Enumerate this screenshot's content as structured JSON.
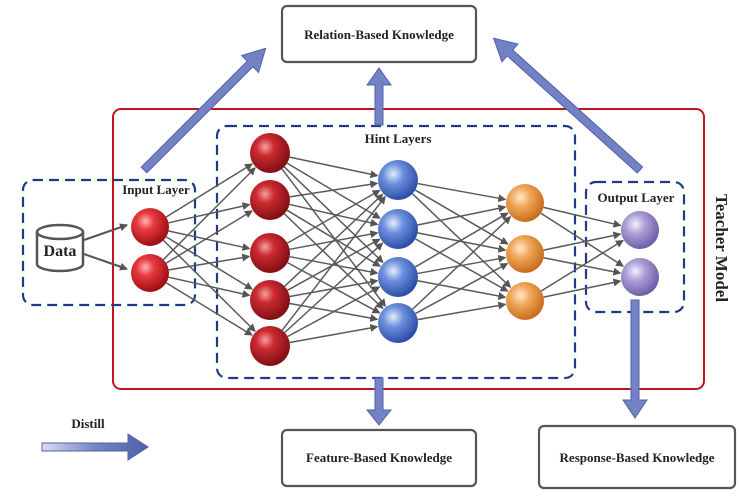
{
  "labels": {
    "relation": "Relation-Based Knowledge",
    "feature": "Feature-Based Knowledge",
    "response": "Response-Based Knowledge",
    "teacher": "Teacher Model",
    "hint": "Hint Layers",
    "input": "Input Layer",
    "output": "Output Layer",
    "data": "Data",
    "distill": "Distill"
  },
  "colors": {
    "teacher_border": "#c0151e",
    "dashed_border": "#1f3a8a",
    "arrow_fill": "#6f7fc0",
    "layer_input": "#d9252b",
    "layer_hidden1": "#c4252b",
    "layer_hidden2": "#4a6fc8",
    "layer_hidden3": "#eb9a45",
    "layer_output": "#9c8cc8",
    "connection": "#555555"
  },
  "network": {
    "layer_sizes": [
      2,
      5,
      4,
      3,
      2
    ]
  }
}
